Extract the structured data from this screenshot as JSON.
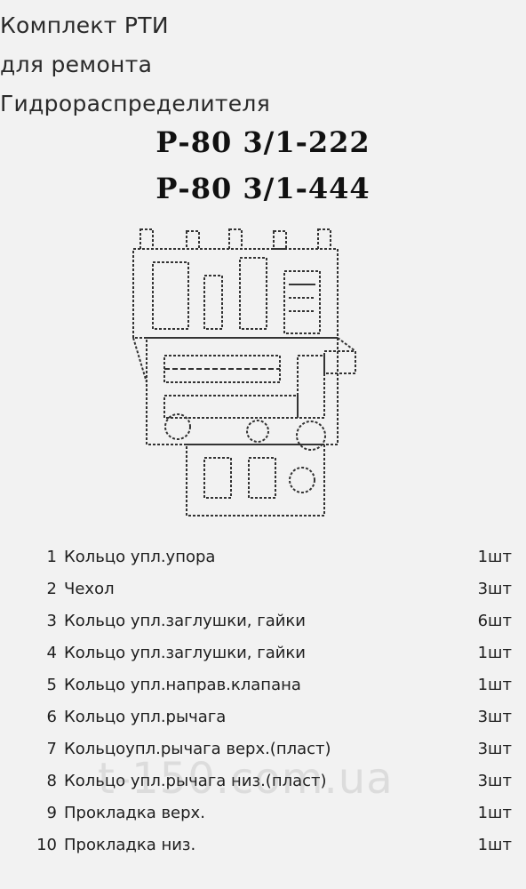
{
  "header": {
    "line1": "Комплект РТИ",
    "line2": "для ремонта",
    "line3": "Гидрораспределителя",
    "model1": "Р-80 3/1-222",
    "model2": "Р-80 3/1-444"
  },
  "parts": [
    {
      "num": "1",
      "name": "Кольцо упл.упора",
      "qty": "1шт"
    },
    {
      "num": "2",
      "name": "Чехол",
      "qty": "3шт"
    },
    {
      "num": "3",
      "name": "Кольцо упл.заглушки, гайки",
      "qty": "6шт"
    },
    {
      "num": "4",
      "name": "Кольцо упл.заглушки, гайки",
      "qty": "1шт"
    },
    {
      "num": "5",
      "name": "Кольцо упл.направ.клапана",
      "qty": "1шт"
    },
    {
      "num": "6",
      "name": "Кольцо упл.рычага",
      "qty": "3шт"
    },
    {
      "num": "7",
      "name": "Кольцоупл.рычага верх.(пласт)",
      "qty": "3шт"
    },
    {
      "num": "8",
      "name": "Кольцо упл.рычага низ.(пласт)",
      "qty": "3шт"
    },
    {
      "num": "9",
      "name": "Прокладка верх.",
      "qty": "1шт"
    },
    {
      "num": "10",
      "name": "Прокладка низ.",
      "qty": "1шт"
    }
  ],
  "watermark": "t-150.com.ua"
}
